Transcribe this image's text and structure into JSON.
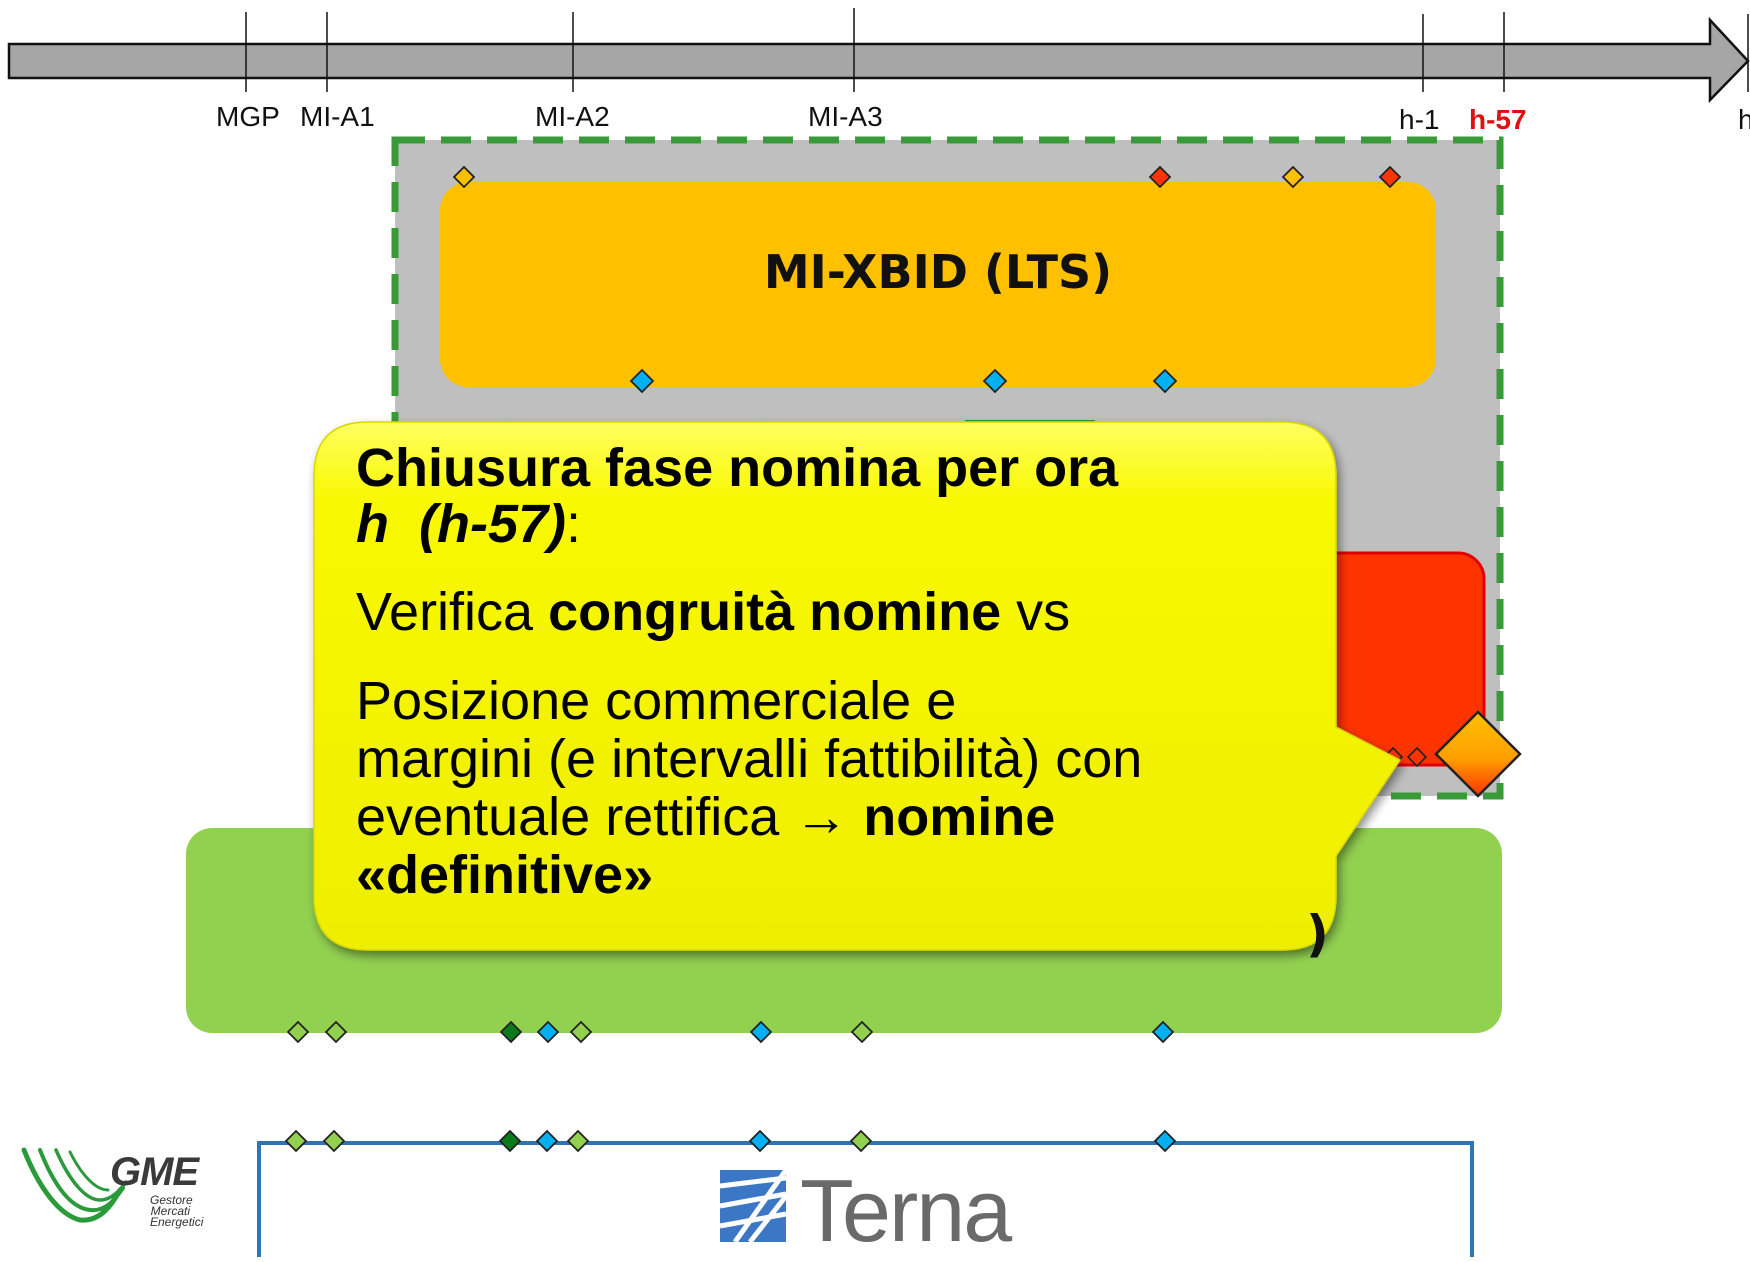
{
  "timeline": {
    "ticks": [
      "MGP",
      "MI-A1",
      "MI-A2",
      "MI-A3",
      "h-1",
      "h-57",
      "h"
    ]
  },
  "blocks": {
    "xbid_label": "MI-XBID (LTS)",
    "green_label_visible_tail": ")"
  },
  "callout": {
    "title_line1": "Chiusura fase nomina per ora",
    "title_line2_prefix": "h",
    "title_line2_paren": "(h-57)",
    "title_line2_colon": ":",
    "verify_prefix": "Verifica ",
    "verify_bold": "congruità nomine",
    "verify_suffix": " vs",
    "position_line1": "Posizione commerciale e",
    "position_line2": "margini (e intervalli fattibilità) con",
    "position_line3_prefix": "eventuale rettifica ",
    "arrow": "→",
    "position_line3_bold": " nomine",
    "position_line4_bold": "«definitive»"
  },
  "logos": {
    "gme": {
      "word": "GME",
      "subtitle": [
        "Gestore",
        "Mercati",
        "Energetici"
      ]
    },
    "terna": {
      "word": "Terna"
    }
  },
  "colors": {
    "timeline_arrow": "#a6a6a6",
    "gray_region": "#bfbfbf",
    "dashed_border": "#3a9a3a",
    "xbid_block": "#ffc000",
    "red_block": "#ff3300",
    "green_block": "#92d050",
    "callout": "#f5f500",
    "terna_frame": "#2e75b6",
    "diamond_orange": "#ffc000",
    "diamond_red": "#ff3300",
    "diamond_blue": "#00b0f0",
    "diamond_light_green": "#92d050",
    "diamond_dark_green": "#0a7a1a"
  }
}
